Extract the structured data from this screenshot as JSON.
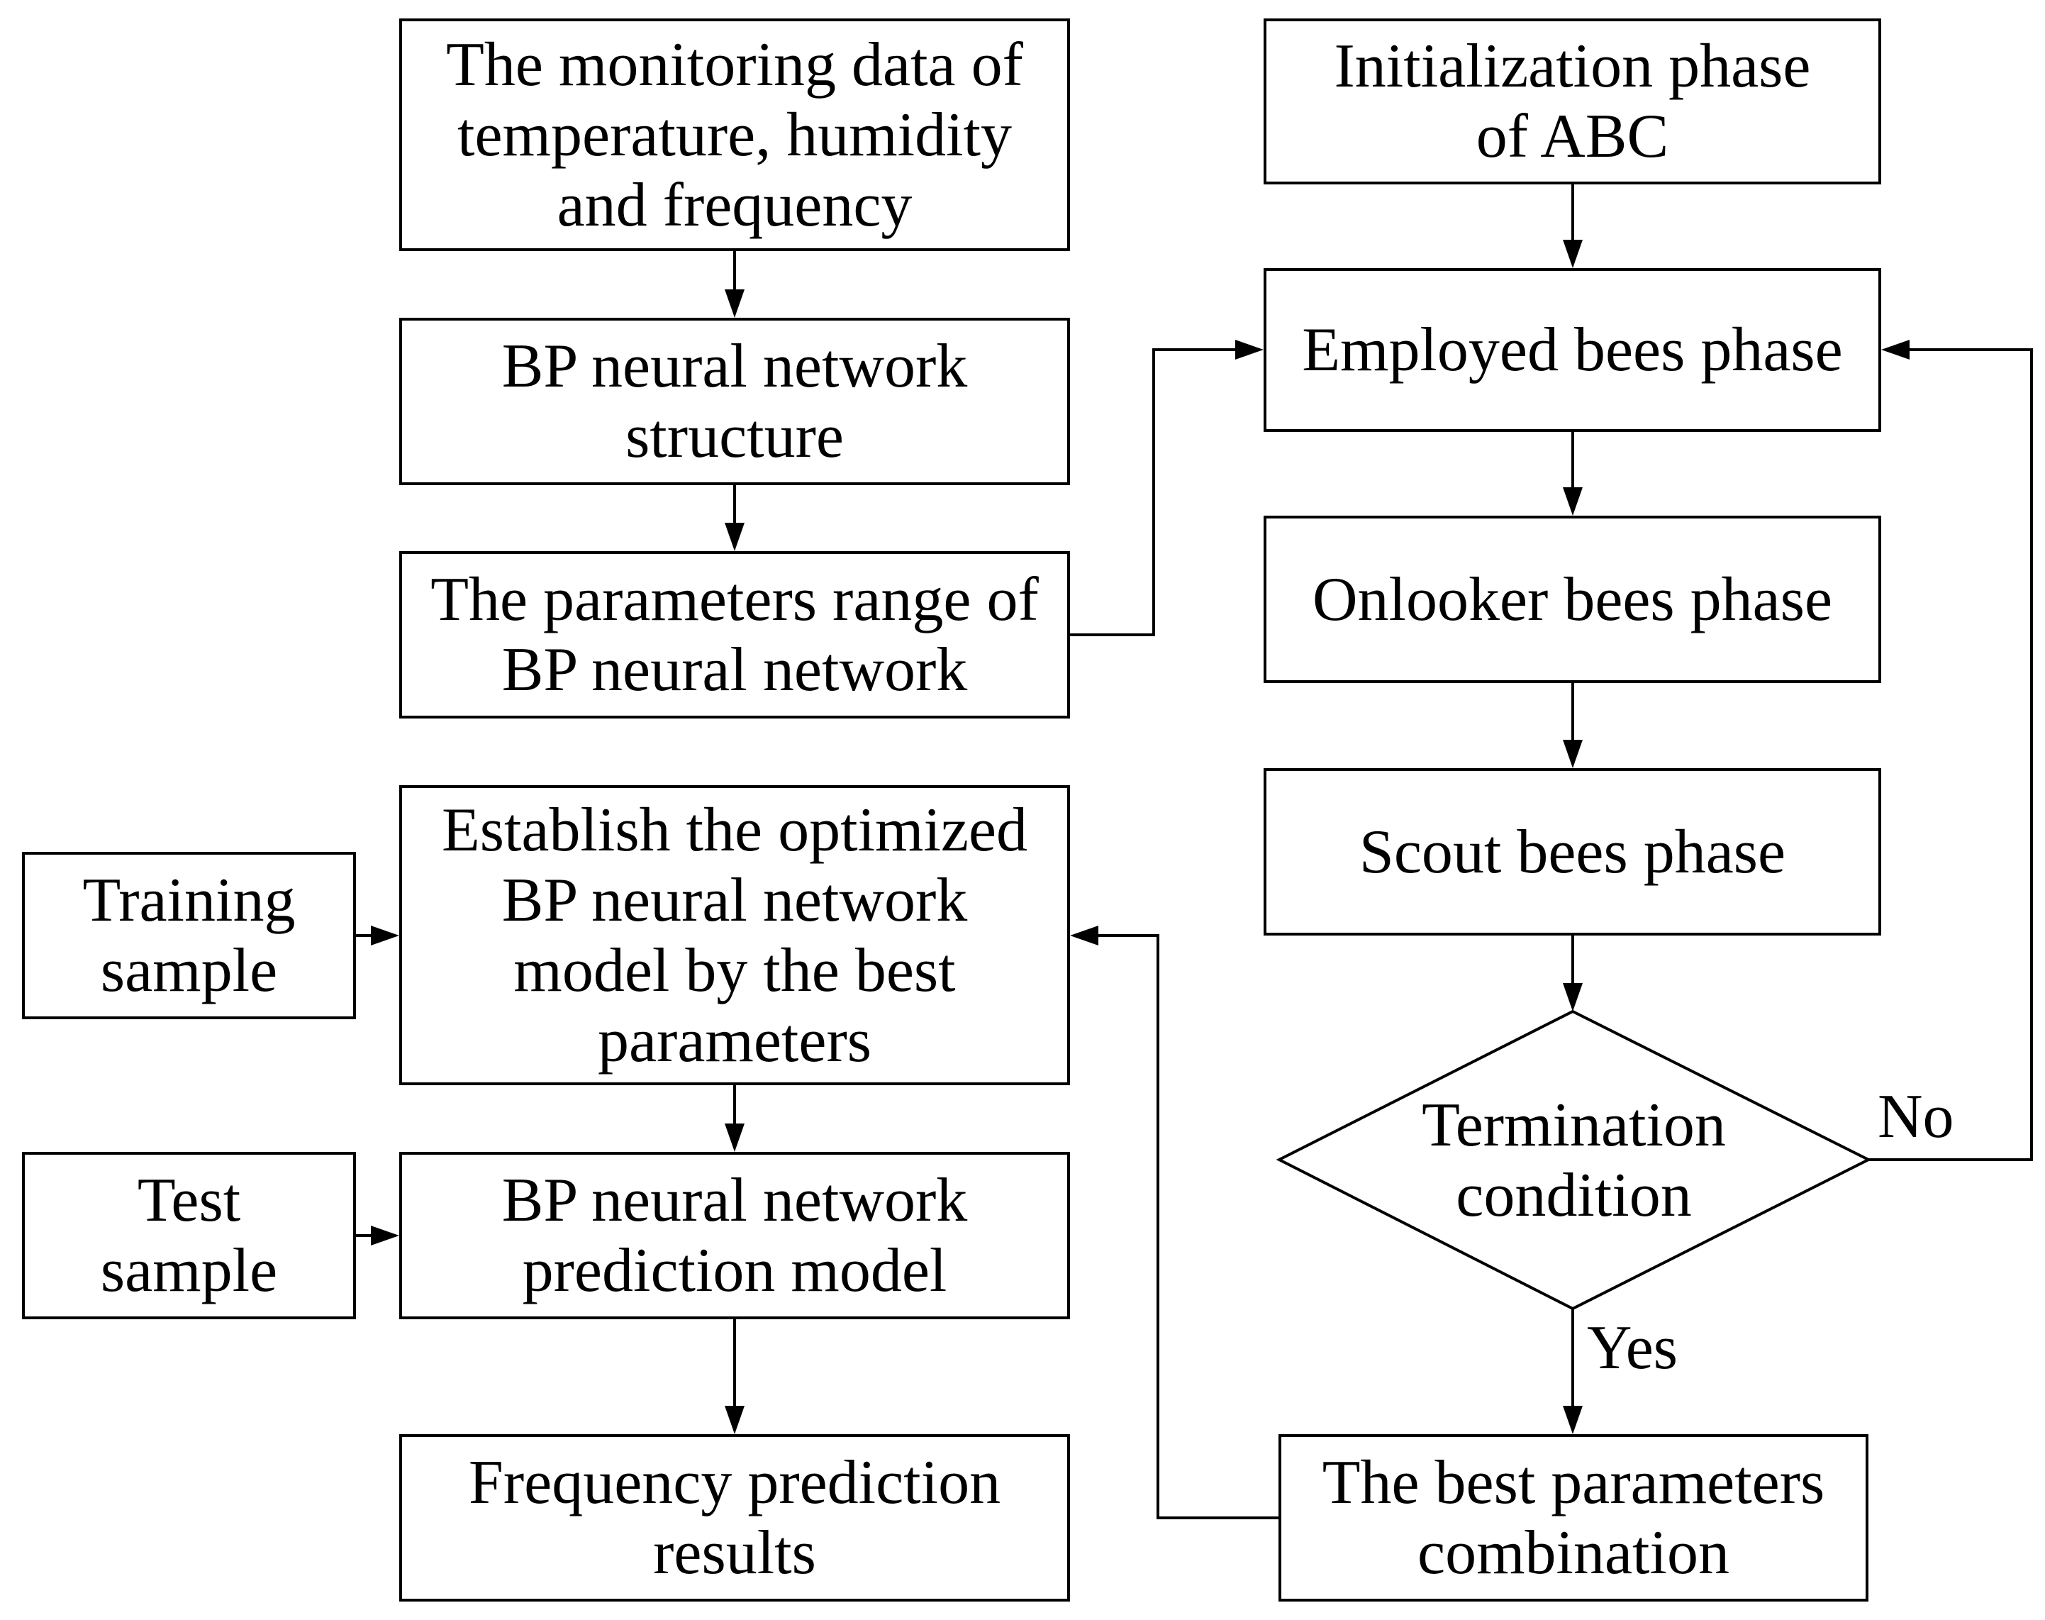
{
  "colors": {
    "stroke": "#000000",
    "background": "#ffffff",
    "text": "#000000"
  },
  "nodes": {
    "monitoring_data": {
      "lines": [
        "The monitoring data of",
        "temperature, humidity",
        "and frequency"
      ]
    },
    "bp_structure": {
      "lines": [
        "BP neural network",
        "structure"
      ]
    },
    "parameters_range": {
      "lines": [
        "The parameters range of",
        "BP neural network"
      ]
    },
    "establish_model": {
      "lines": [
        "Establish the optimized",
        "BP neural network",
        "model by the best",
        "parameters"
      ]
    },
    "prediction_model": {
      "lines": [
        "BP neural network",
        "prediction model"
      ]
    },
    "prediction_results": {
      "lines": [
        "Frequency prediction",
        "results"
      ]
    },
    "training_sample": {
      "lines": [
        "Training",
        "sample"
      ]
    },
    "test_sample": {
      "lines": [
        "Test",
        "sample"
      ]
    },
    "initialization": {
      "lines": [
        "Initialization phase",
        "of ABC"
      ]
    },
    "employed_bees": {
      "lines": [
        "Employed bees phase"
      ]
    },
    "onlooker_bees": {
      "lines": [
        "Onlooker bees phase"
      ]
    },
    "scout_bees": {
      "lines": [
        "Scout bees phase"
      ]
    },
    "termination": {
      "lines": [
        "Termination",
        "condition"
      ]
    },
    "best_parameters": {
      "lines": [
        "The best parameters",
        "combination"
      ]
    }
  },
  "edge_labels": {
    "no": "No",
    "yes": "Yes"
  }
}
